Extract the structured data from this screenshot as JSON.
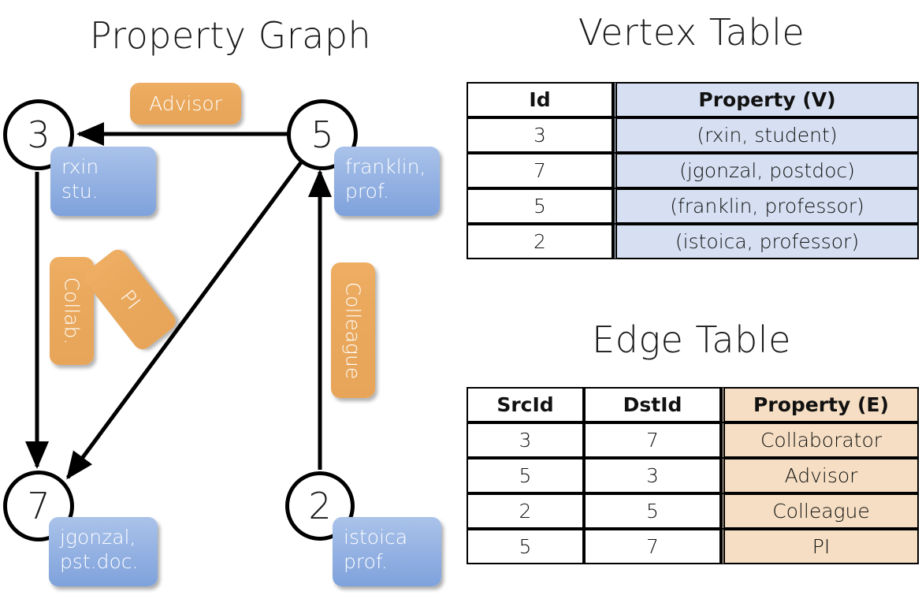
{
  "titles": {
    "property_graph": "Property Graph",
    "vertex_table": "Vertex Table",
    "edge_table": "Edge Table"
  },
  "graph": {
    "vertices": [
      {
        "id": "3",
        "bubble": "rxin\nstu."
      },
      {
        "id": "5",
        "bubble": "franklin,\nprof."
      },
      {
        "id": "7",
        "bubble": "jgonzal,\npst.doc."
      },
      {
        "id": "2",
        "bubble": "istoica\nprof."
      }
    ],
    "edge_labels": {
      "advisor": "Advisor",
      "collab": "Collab.",
      "pi": "PI",
      "colleague": "Colleague"
    }
  },
  "vertex_table": {
    "headers": [
      "Id",
      "Property (V)"
    ],
    "rows": [
      {
        "id": "3",
        "property": "(rxin, student)"
      },
      {
        "id": "7",
        "property": "(jgonzal, postdoc)"
      },
      {
        "id": "5",
        "property": "(franklin, professor)"
      },
      {
        "id": "2",
        "property": "(istoica, professor)"
      }
    ]
  },
  "edge_table": {
    "headers": [
      "SrcId",
      "DstId",
      "Property (E)"
    ],
    "rows": [
      {
        "src": "3",
        "dst": "7",
        "property": "Collaborator"
      },
      {
        "src": "5",
        "dst": "3",
        "property": "Advisor"
      },
      {
        "src": "2",
        "dst": "5",
        "property": "Colleague"
      },
      {
        "src": "5",
        "dst": "7",
        "property": "PI"
      }
    ]
  },
  "colors": {
    "vertex_cell_fill": "#d6e0f2",
    "edge_cell_fill": "#f5dec3",
    "bubble_blue": "#96b3e3",
    "bubble_orange": "#e9a85c",
    "stroke": "#000000",
    "background": "#ffffff"
  }
}
